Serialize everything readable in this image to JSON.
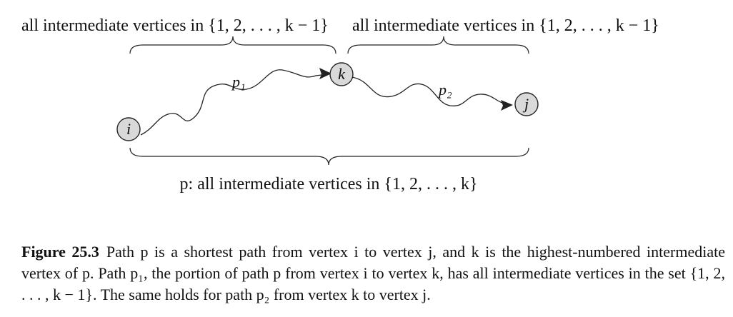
{
  "diagram": {
    "top_left_label": "all intermediate vertices in {1, 2, . . . , k − 1}",
    "top_right_label": "all intermediate vertices in {1, 2, . . . , k − 1}",
    "bottom_label": "p: all intermediate vertices in {1, 2, . . . , k}",
    "nodes": {
      "i": "i",
      "k": "k",
      "j": "j"
    },
    "edge_labels": {
      "p1": "p₁",
      "p2": "p₂"
    }
  },
  "caption": {
    "title": "Figure 25.3",
    "text": "Path p is a shortest path from vertex i to vertex j, and k is the highest-numbered intermediate vertex of p. Path p₁, the portion of path p from vertex i to vertex k, has all intermediate vertices in the set {1, 2, . . . , k − 1}. The same holds for path p₂ from vertex k to vertex j."
  }
}
